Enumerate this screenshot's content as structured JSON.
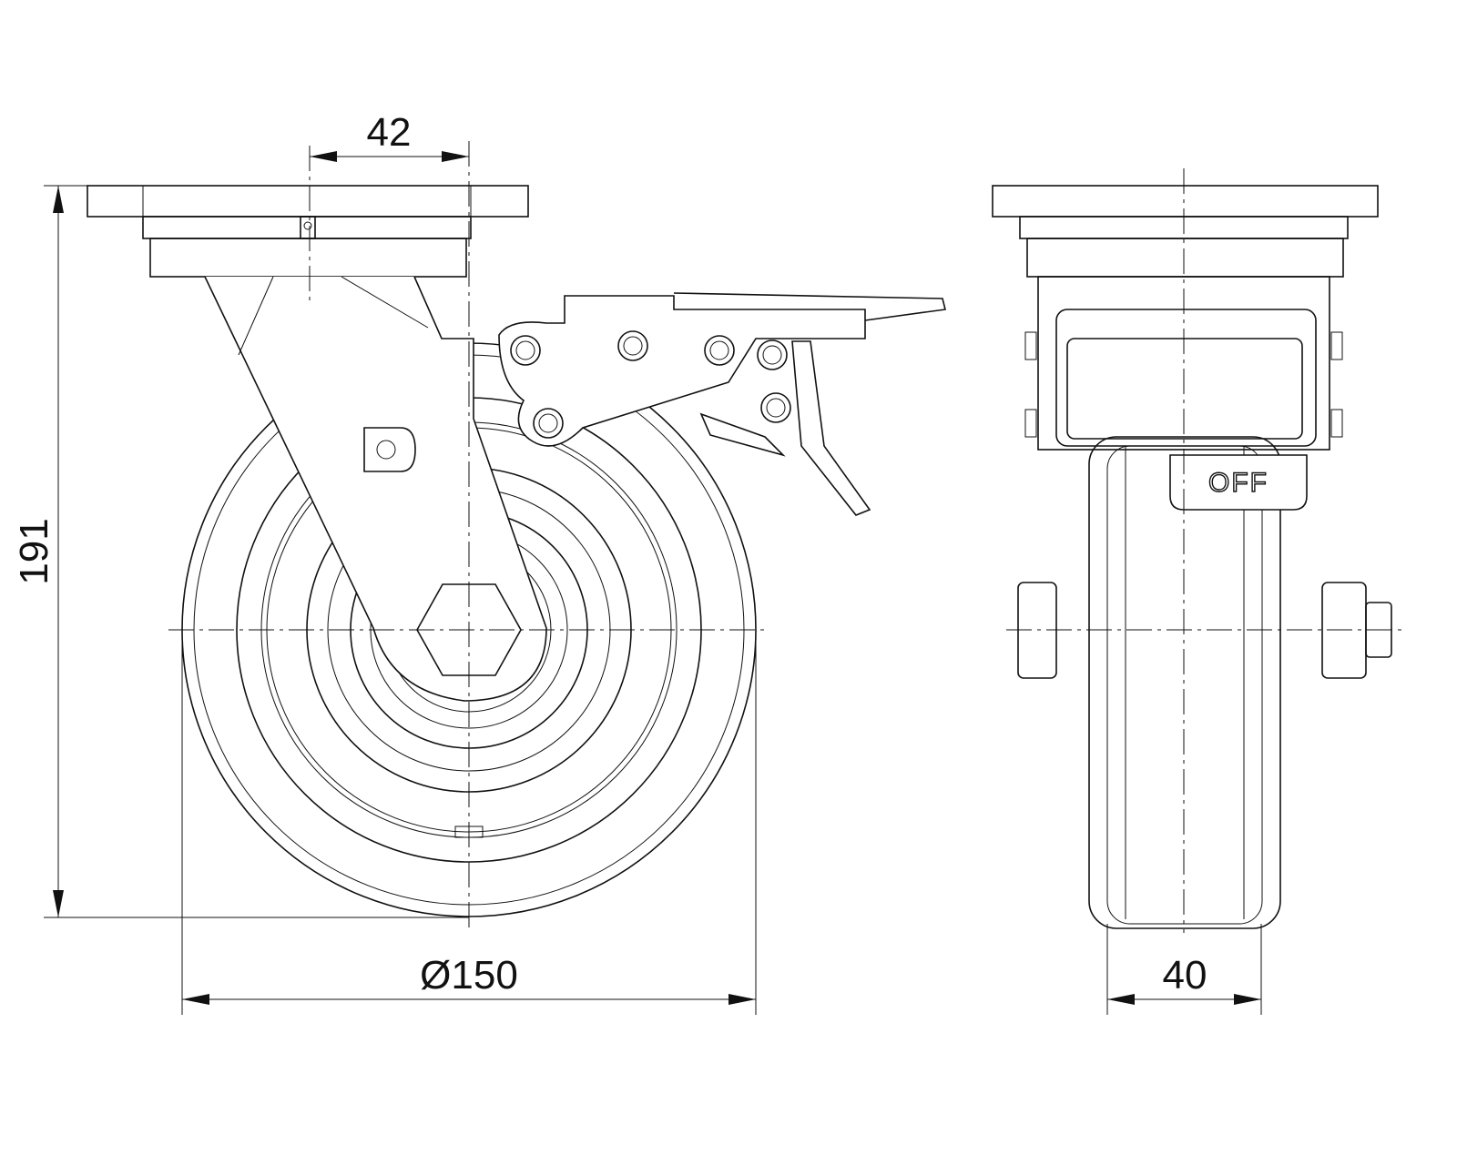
{
  "drawing": {
    "title": "Swivel castor with total brake",
    "dimensions": {
      "offset": "42",
      "height": "191",
      "wheel_diameter": "Ø150",
      "wheel_width": "40"
    },
    "brake_label": "OFF",
    "logo_letter": "D"
  }
}
